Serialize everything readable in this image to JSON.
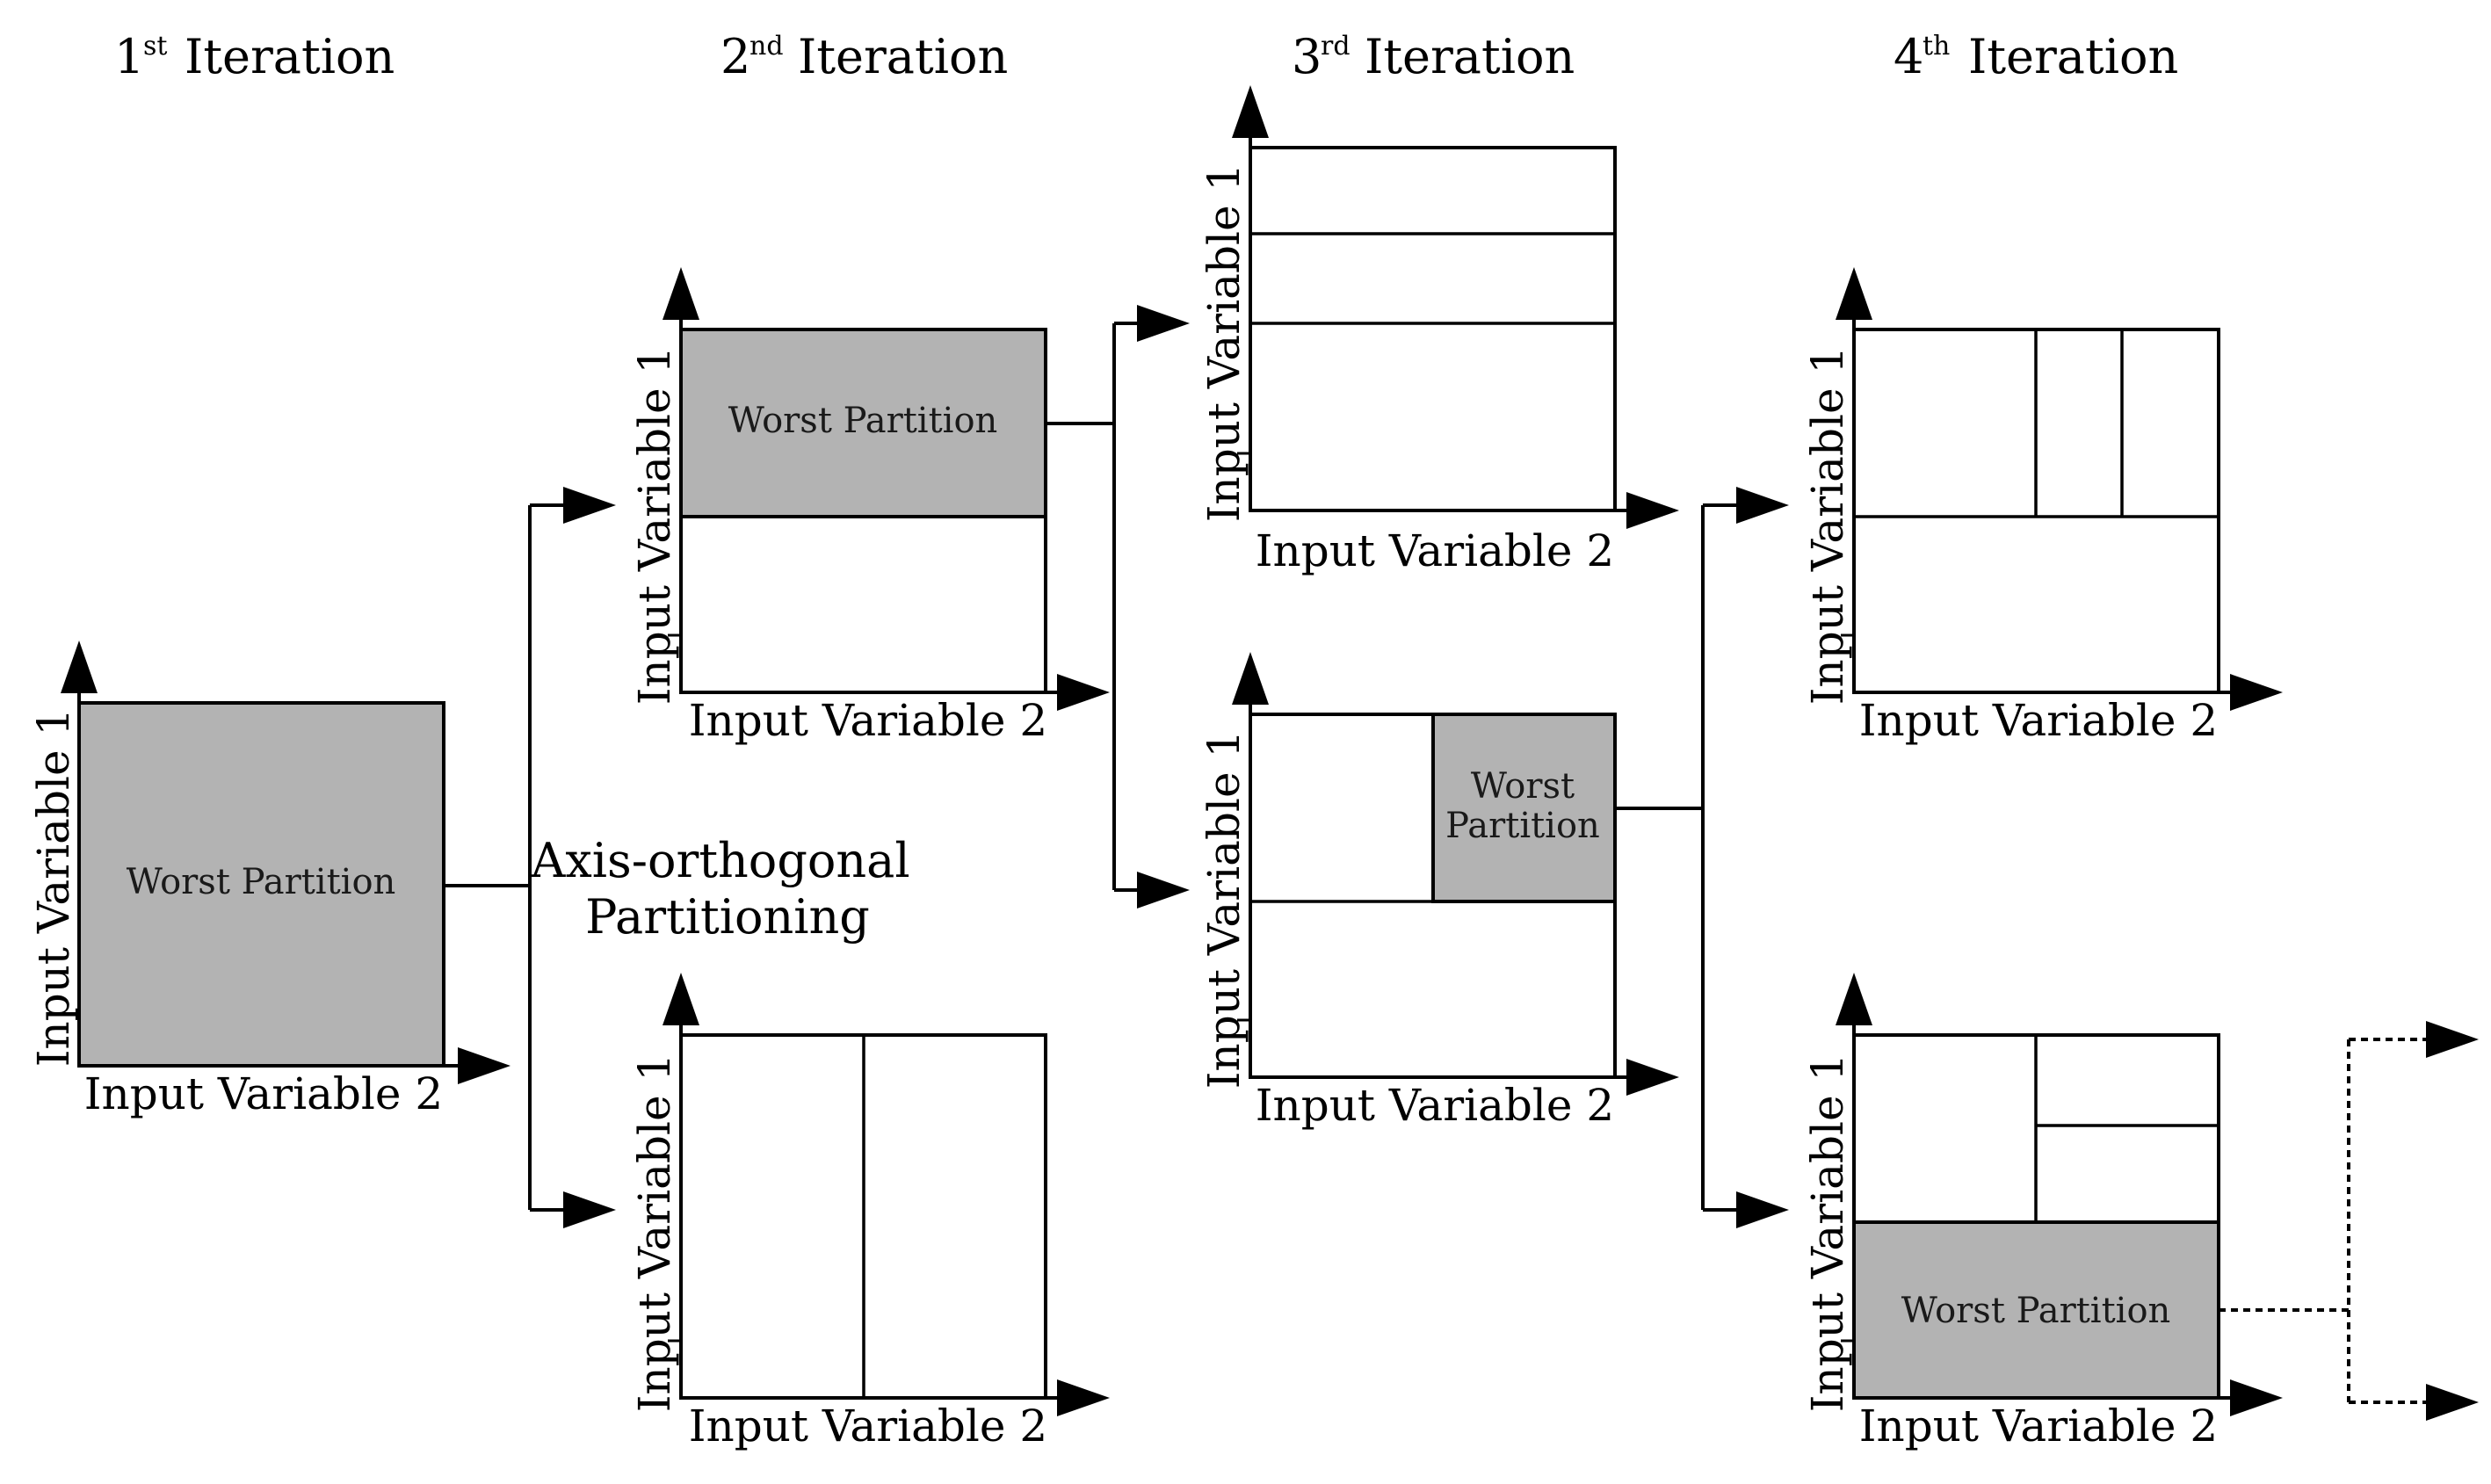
{
  "iterations": [
    {
      "num": "1",
      "sup": "st",
      "word": "Iteration"
    },
    {
      "num": "2",
      "sup": "nd",
      "word": "Iteration"
    },
    {
      "num": "3",
      "sup": "rd",
      "word": "Iteration"
    },
    {
      "num": "4",
      "sup": "th",
      "word": "Iteration"
    }
  ],
  "axis": {
    "y_label": "Input Variable 1",
    "x_label": "Input Variable 2"
  },
  "partition_label": "Worst Partition",
  "partition_label_split": [
    "Worst",
    "Partition"
  ],
  "method_label": [
    "Axis-orthogonal",
    "Partitioning"
  ],
  "colors": {
    "shade": "#b3b3b3",
    "stroke": "#000000",
    "background": "#ffffff"
  }
}
